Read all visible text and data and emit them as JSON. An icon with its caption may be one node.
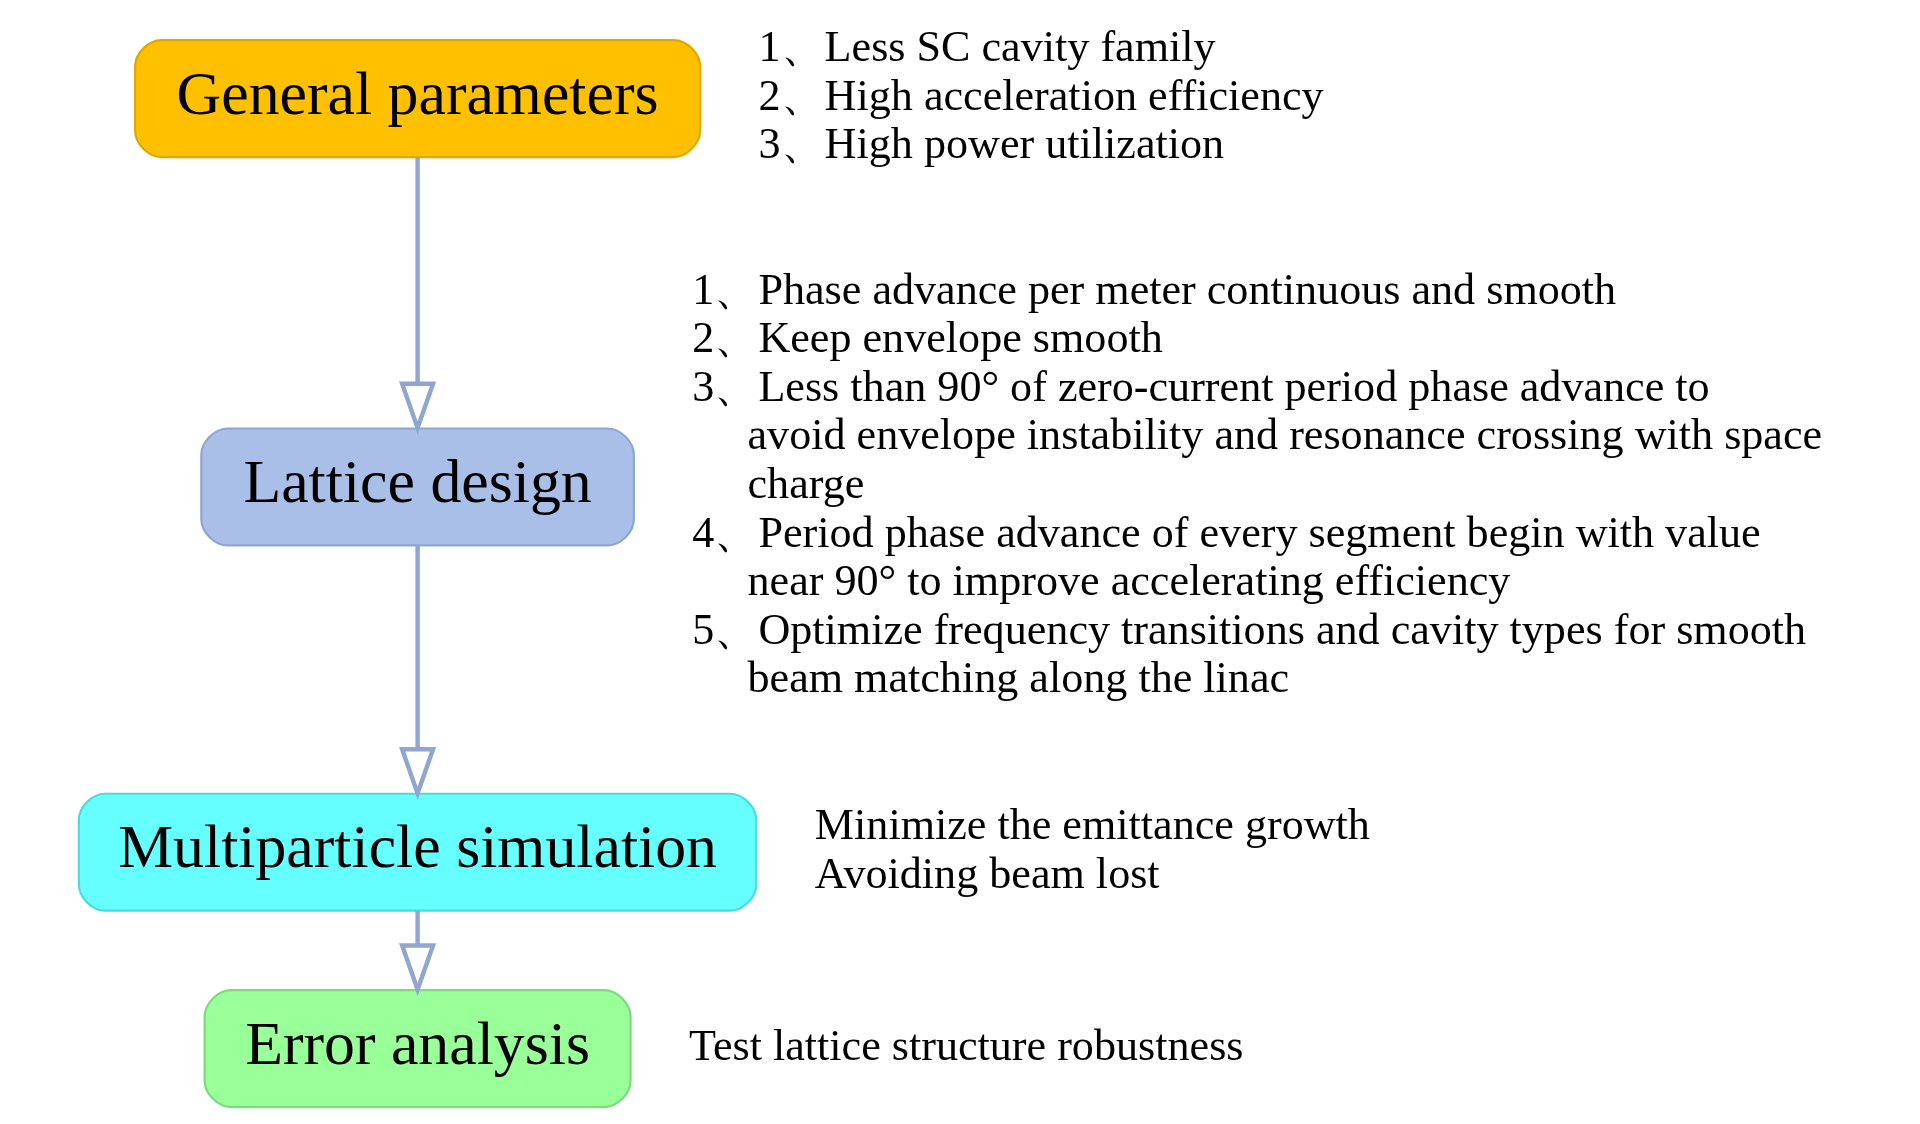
{
  "diagram": {
    "nodes": [
      {
        "text": [
          "General parameters"
        ],
        "beside": [
          "1、Less SC cavity family",
          "2、High acceleration efficiency",
          "3、High power utilization"
        ]
      },
      {
        "text": [
          "Lattice design"
        ],
        "beside": [
          "1、Phase advance per meter continuous and smooth",
          "2、Keep envelope smooth",
          "3、Less than 90° of zero-current period phase advance to avoid envelope instability and resonance crossing with space charge",
          "4、Period phase advance of every segment begin with value near 90° to improve accelerating efficiency",
          "5、Optimize frequency transitions and cavity types for smooth beam matching along the linac"
        ]
      },
      {
        "text": [
          "Multiparticle simulation"
        ],
        "beside": [
          "Minimize the emittance growth",
          "Avoiding beam lost"
        ]
      },
      {
        "text": [
          "Error analysis"
        ],
        "beside": [
          "Test lattice structure robustness"
        ]
      }
    ],
    "edges": [
      {
        "from": 0,
        "to": 1,
        "arrow": "to"
      },
      {
        "from": 1,
        "to": 2,
        "arrow": "to"
      },
      {
        "from": 2,
        "to": 3,
        "arrow": "to"
      }
    ]
  }
}
